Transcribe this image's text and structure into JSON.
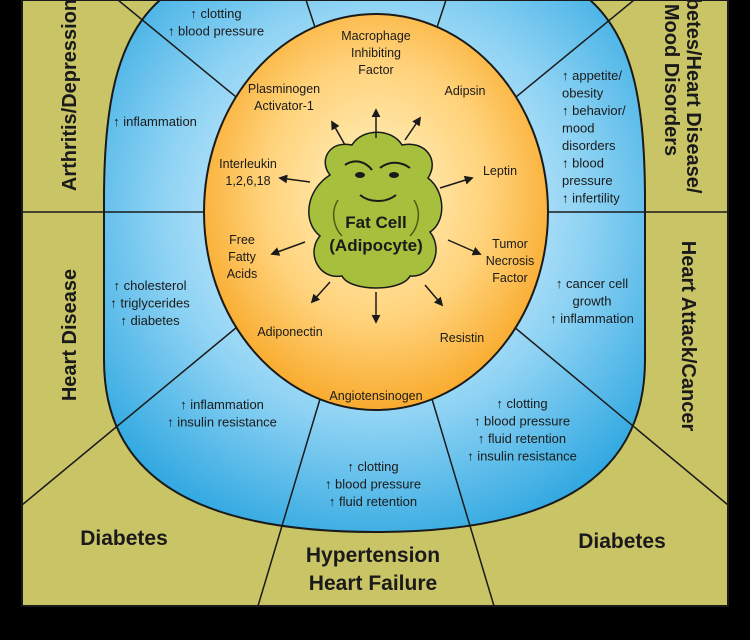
{
  "colors": {
    "outer": "#c9c466",
    "outer_dark": "#b9b650",
    "blue_inner": "#ffffff",
    "blue_mid": "#8fd3f4",
    "blue_outer": "#2ea7e0",
    "orange_inner": "#fff4c6",
    "orange_mid": "#ffd27a",
    "orange_outer": "#f7a21c",
    "cell": "#a6bf3c",
    "line": "#1a1a1a"
  },
  "center": {
    "line1": "Fat Cell",
    "line2": "(Adipocyte)"
  },
  "factors": [
    {
      "id": "macrophage",
      "lines": [
        "Macrophage",
        "Inhibiting",
        "Factor"
      ]
    },
    {
      "id": "adipsin",
      "lines": [
        "Adipsin"
      ]
    },
    {
      "id": "leptin",
      "lines": [
        "Leptin"
      ]
    },
    {
      "id": "tnf",
      "lines": [
        "Tumor",
        "Necrosis",
        "Factor"
      ]
    },
    {
      "id": "resistin",
      "lines": [
        "Resistin"
      ]
    },
    {
      "id": "angiotensinogen",
      "lines": [
        "Angiotensinogen"
      ]
    },
    {
      "id": "adiponectin",
      "lines": [
        "Adiponectin"
      ]
    },
    {
      "id": "ffa",
      "lines": [
        "Free",
        "Fatty",
        "Acids"
      ]
    },
    {
      "id": "interleukin",
      "lines": [
        "Interleukin",
        "1,2,6,18"
      ]
    },
    {
      "id": "pai",
      "lines": [
        "Plasminogen",
        "Activator-1"
      ]
    }
  ],
  "effects": [
    {
      "id": "top",
      "lines": [
        "↑ clotting",
        "↑ blood pressure"
      ]
    },
    {
      "id": "top-right",
      "lines": [
        "↑ appetite/",
        "obesity",
        "↑ behavior/",
        "mood",
        "disorders",
        "↑ blood",
        "pressure",
        "↑ infertility"
      ]
    },
    {
      "id": "right",
      "lines": [
        "↑ cancer cell",
        "growth",
        "↑ inflammation"
      ]
    },
    {
      "id": "bottom-right",
      "lines": [
        "↑ clotting",
        "↑ blood pressure",
        "↑ fluid retention",
        "↑ insulin resistance"
      ]
    },
    {
      "id": "bottom",
      "lines": [
        "↑ clotting",
        "↑ blood pressure",
        "↑ fluid retention"
      ]
    },
    {
      "id": "bottom-left",
      "lines": [
        "↑ inflammation",
        "↑ insulin resistance"
      ]
    },
    {
      "id": "left",
      "lines": [
        "↑ cholesterol",
        "↑ triglycerides",
        "↑ diabetes"
      ]
    },
    {
      "id": "top-left",
      "lines": [
        "↑ inflammation"
      ]
    }
  ],
  "diseases": [
    {
      "id": "left-top",
      "text": "Arthritis/Depression"
    },
    {
      "id": "right-top",
      "lines": [
        "Diabetes/Heart Disease/",
        "Mood Disorders"
      ]
    },
    {
      "id": "right-bottom",
      "text": "Heart Attack/Cancer"
    },
    {
      "id": "left-bottom",
      "text": "Heart Disease"
    },
    {
      "id": "bottom-left",
      "text": "Diabetes"
    },
    {
      "id": "bottom-right",
      "text": "Diabetes"
    },
    {
      "id": "bottom-center",
      "lines": [
        "Hypertension",
        "Heart Failure"
      ]
    }
  ]
}
